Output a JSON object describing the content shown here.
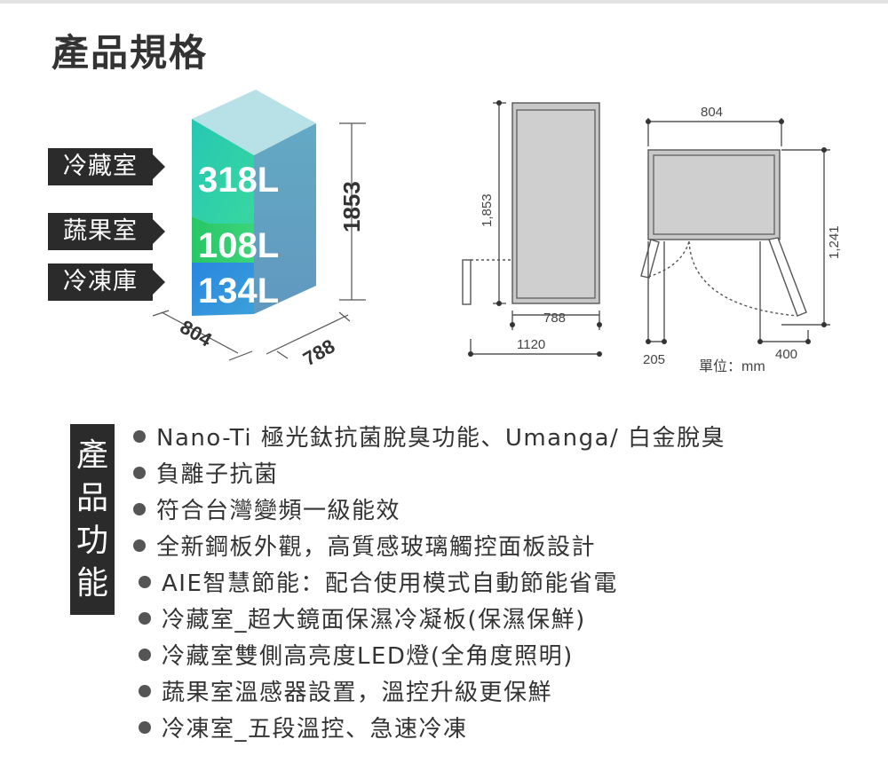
{
  "title": "產品規格",
  "compartments": [
    {
      "label": "冷藏室",
      "volume": "318L"
    },
    {
      "label": "蔬果室",
      "volume": "108L"
    },
    {
      "label": "冷凍庫",
      "volume": "134L"
    }
  ],
  "cube_dims": {
    "height": "1853",
    "width": "804",
    "depth": "788"
  },
  "side_view": {
    "height": "1,853",
    "depth": "788",
    "open_depth": "1120"
  },
  "top_view": {
    "width": "804",
    "depth": "1,241",
    "door_left": "205",
    "door_right": "400",
    "unit": "單位：mm"
  },
  "function_heading": [
    "產",
    "品",
    "功",
    "能"
  ],
  "features": [
    "Nano-Ti 極光鈦抗菌脫臭功能、Umanga/ 白金脫臭",
    "負離子抗菌",
    "符合台灣變頻一級能效",
    "全新鋼板外觀，高質感玻璃觸控面板設計",
    "AIE智慧節能：配合使用模式自動節能省電",
    "冷藏室_超大鏡面保濕冷凝板(保濕保鮮)",
    "冷藏室雙側高亮度LED燈(全角度照明)",
    "蔬果室溫感器設置，溫控升級更保鮮",
    "冷凍室_五段溫控、急速冷凍"
  ],
  "colors": {
    "fridge": "#2fd6a4",
    "vegetable": "#2fcf6a",
    "freezer": "#2a8fdc",
    "side": "#5f97c1",
    "top": "#b9e4e6",
    "tag": "#2b2b2b"
  }
}
